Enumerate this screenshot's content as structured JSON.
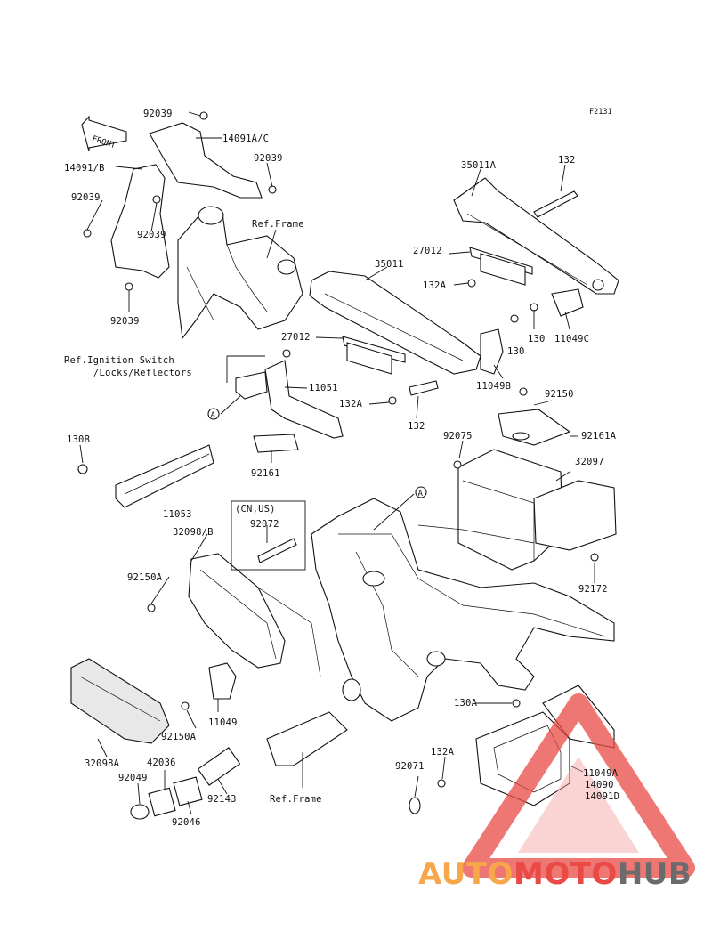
{
  "figure_code": "F2131",
  "front_marker": "FRONT",
  "labels": [
    {
      "id": "l1",
      "text": "92039"
    },
    {
      "id": "l2",
      "text": "14091A/C"
    },
    {
      "id": "l3",
      "text": "14091/B"
    },
    {
      "id": "l4",
      "text": "92039"
    },
    {
      "id": "l5",
      "text": "92039"
    },
    {
      "id": "l6",
      "text": "92039"
    },
    {
      "id": "l7",
      "text": "Ref.Frame"
    },
    {
      "id": "l8",
      "text": "92039"
    },
    {
      "id": "l9",
      "text": "35011A"
    },
    {
      "id": "l10",
      "text": "132"
    },
    {
      "id": "l11",
      "text": "27012"
    },
    {
      "id": "l12",
      "text": "35011"
    },
    {
      "id": "l13",
      "text": "132A"
    },
    {
      "id": "l14",
      "text": "130"
    },
    {
      "id": "l15",
      "text": "11049C"
    },
    {
      "id": "l16",
      "text": "130"
    },
    {
      "id": "l17",
      "text": "27012"
    },
    {
      "id": "l18",
      "text": "Ref.Ignition Switch"
    },
    {
      "id": "l19",
      "text": "/Locks/Reflectors"
    },
    {
      "id": "l20",
      "text": "11051"
    },
    {
      "id": "l21",
      "text": "11049B"
    },
    {
      "id": "l22",
      "text": "92150"
    },
    {
      "id": "l23",
      "text": "132A"
    },
    {
      "id": "l24",
      "text": "132"
    },
    {
      "id": "l25",
      "text": "92075"
    },
    {
      "id": "l26",
      "text": "92161A"
    },
    {
      "id": "l27",
      "text": "130B"
    },
    {
      "id": "l28",
      "text": "92161"
    },
    {
      "id": "l29",
      "text": "32097"
    },
    {
      "id": "l30",
      "text": "11053"
    },
    {
      "id": "l31",
      "text": "(CN,US)"
    },
    {
      "id": "l32",
      "text": "32098/B"
    },
    {
      "id": "l33",
      "text": "92072"
    },
    {
      "id": "l34",
      "text": "92150A"
    },
    {
      "id": "l35",
      "text": "92172"
    },
    {
      "id": "l36",
      "text": "130A"
    },
    {
      "id": "l37",
      "text": "11049"
    },
    {
      "id": "l38",
      "text": "92150A"
    },
    {
      "id": "l39",
      "text": "132A"
    },
    {
      "id": "l40",
      "text": "32098A"
    },
    {
      "id": "l41",
      "text": "42036"
    },
    {
      "id": "l42",
      "text": "92071"
    },
    {
      "id": "l43",
      "text": "92049"
    },
    {
      "id": "l44",
      "text": "92143"
    },
    {
      "id": "l45",
      "text": "Ref.Frame"
    },
    {
      "id": "l46",
      "text": "11049A"
    },
    {
      "id": "l47",
      "text": "14090"
    },
    {
      "id": "l48",
      "text": "14091D"
    },
    {
      "id": "l49",
      "text": "92046"
    }
  ],
  "callouts": [
    {
      "id": "ca1",
      "text": "A"
    },
    {
      "id": "ca2",
      "text": "A"
    }
  ],
  "watermark": {
    "part1": "AUTO",
    "part2": "MOTO",
    "part3": "HUB",
    "color1": "#f7a64a",
    "color2": "#ea4a45",
    "color3": "#6b6b6b"
  }
}
